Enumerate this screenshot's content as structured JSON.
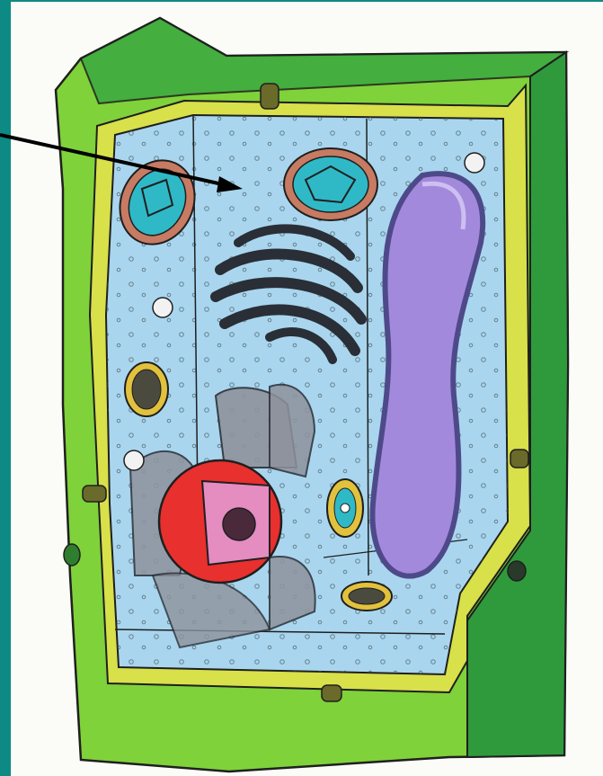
{
  "figure": {
    "alt": "",
    "colors": {
      "frame_accent": "#0e8a84",
      "cell_wall_light": "#7fd23a",
      "cell_wall_dark": "#2f9a3c",
      "cell_membrane": "#d8e04a",
      "cytoplasm": "#a9d6ee",
      "vacuole": "#a389dc",
      "chloroplast_inner": "#2fb9c7",
      "chloroplast_rim": "#c77b62",
      "nucleus": "#e8302f",
      "nucleolus_region": "#e58cc1",
      "golgi": "#555a63",
      "mitochondrion": "#e2c13d",
      "pointer_arrow": "#000000"
    },
    "structures": [
      "cell-wall",
      "cell-membrane",
      "cytoplasm",
      "central-vacuole",
      "chloroplast",
      "golgi-apparatus",
      "nucleus",
      "nucleolus",
      "endoplasmic-reticulum",
      "mitochondrion",
      "pointer-arrow"
    ]
  }
}
